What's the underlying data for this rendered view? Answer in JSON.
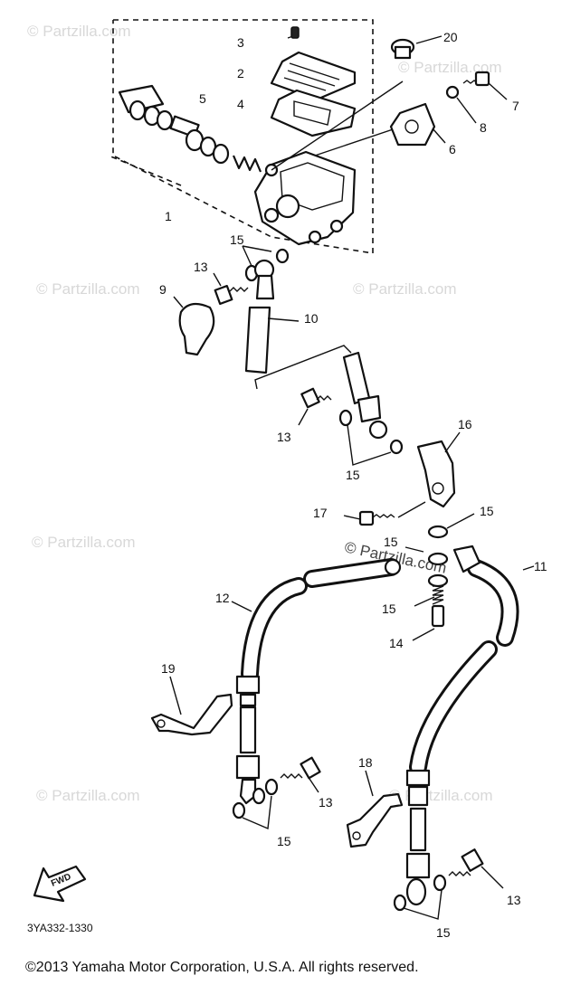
{
  "diagram": {
    "watermark_text": "© Partzilla.com",
    "part_numbers": [
      "1",
      "2",
      "3",
      "4",
      "5",
      "6",
      "7",
      "8",
      "9",
      "10",
      "11",
      "12",
      "13",
      "14",
      "15",
      "16",
      "17",
      "19",
      "18",
      "20"
    ],
    "labels": {
      "n1": "1",
      "n2": "2",
      "n3": "3",
      "n4": "4",
      "n5": "5",
      "n6": "6",
      "n7": "7",
      "n8": "8",
      "n9": "9",
      "n10": "10",
      "n11": "11",
      "n12": "12",
      "n13": "13",
      "n14": "14",
      "n15": "15",
      "n16": "16",
      "n17": "17",
      "n18": "18",
      "n19": "19",
      "n20": "20"
    },
    "fwd_label": "FWD",
    "drawing_code": "3YA332-1330"
  },
  "footer": {
    "copyright": "©2013  Yamaha Motor Corporation, U.S.A. All rights reserved."
  }
}
